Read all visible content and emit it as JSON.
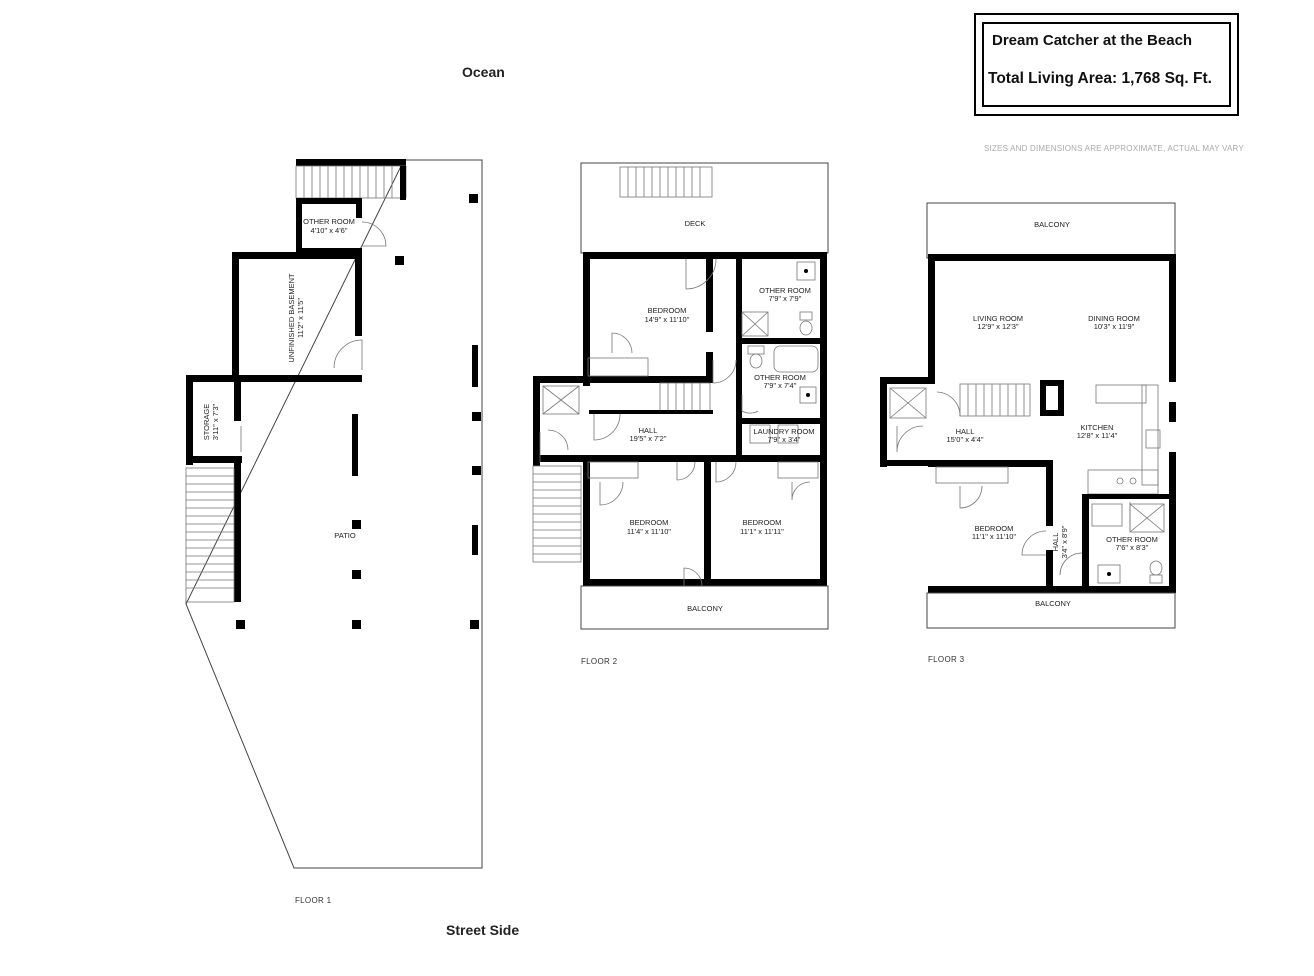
{
  "header": {
    "property_name": "Dream Catcher at the Beach",
    "total_area": "Total Living Area: 1,768 Sq. Ft."
  },
  "disclaimer": "SIZES AND DIMENSIONS ARE APPROXIMATE, ACTUAL MAY VARY",
  "orientation": {
    "top": "Ocean",
    "bottom": "Street Side"
  },
  "floor1": {
    "label": "FLOOR 1",
    "rooms": {
      "other_room": {
        "name": "OTHER ROOM",
        "dims": "4'10\" x 4'6\""
      },
      "basement": {
        "name": "UNFINISHED BASEMENT",
        "dims": "11'2\" x 11'5\""
      },
      "storage": {
        "name": "STORAGE",
        "dims": "3'11\" x 7'3\""
      },
      "patio": {
        "name": "PATIO"
      }
    }
  },
  "floor2": {
    "label": "FLOOR 2",
    "rooms": {
      "deck": {
        "name": "DECK"
      },
      "bedroom_main": {
        "name": "BEDROOM",
        "dims": "14'9\" x 11'10\""
      },
      "other_room_a": {
        "name": "OTHER ROOM",
        "dims": "7'9\" x 7'9\""
      },
      "other_room_b": {
        "name": "OTHER ROOM",
        "dims": "7'9\" x 7'4\""
      },
      "hall": {
        "name": "HALL",
        "dims": "19'5\" x 7'2\""
      },
      "laundry": {
        "name": "LAUNDRY ROOM",
        "dims": "7'9\" x 3'4\""
      },
      "bedroom_left": {
        "name": "BEDROOM",
        "dims": "11'4\" x 11'10\""
      },
      "bedroom_right": {
        "name": "BEDROOM",
        "dims": "11'1\" x 11'11\""
      },
      "balcony": {
        "name": "BALCONY"
      }
    }
  },
  "floor3": {
    "label": "FLOOR 3",
    "rooms": {
      "balcony_top": {
        "name": "BALCONY"
      },
      "living": {
        "name": "LIVING ROOM",
        "dims": "12'9\" x 12'3\""
      },
      "dining": {
        "name": "DINING ROOM",
        "dims": "10'3\" x 11'9\""
      },
      "hall": {
        "name": "HALL",
        "dims": "15'0\" x 4'4\""
      },
      "kitchen": {
        "name": "KITCHEN",
        "dims": "12'8\" x 11'4\""
      },
      "bedroom": {
        "name": "BEDROOM",
        "dims": "11'1\" x 11'10\""
      },
      "hall_small": {
        "name": "HALL",
        "dims": "3'4\" x 8'9\""
      },
      "other_room": {
        "name": "OTHER ROOM",
        "dims": "7'6\" x 8'3\""
      },
      "balcony_bottom": {
        "name": "BALCONY"
      }
    }
  }
}
